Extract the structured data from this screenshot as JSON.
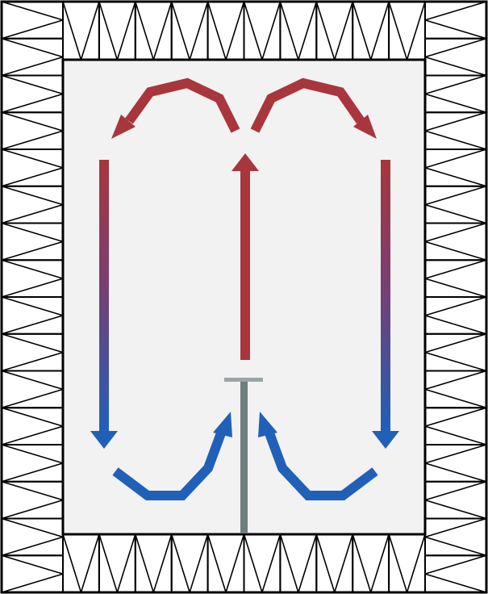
{
  "diagram": {
    "colors": {
      "hot": "#a8363c",
      "cold": "#2060b8",
      "line": "#000000",
      "interior": "#f2f2f2",
      "background": "#ffffff",
      "post": "#6e7d7d",
      "post_cap": "#9aa6a6"
    },
    "elements": [
      {
        "id": "insulation-top",
        "kind": "zigzag-insulation"
      },
      {
        "id": "insulation-bottom",
        "kind": "zigzag-insulation"
      },
      {
        "id": "insulation-left",
        "kind": "zigzag-insulation"
      },
      {
        "id": "insulation-right",
        "kind": "zigzag-insulation"
      },
      {
        "id": "heater-post",
        "kind": "vertical-rod"
      },
      {
        "id": "arrow-up-center",
        "kind": "hot-straight-arrow"
      },
      {
        "id": "arrow-top-left-curve",
        "kind": "hot-curved-arrow"
      },
      {
        "id": "arrow-top-right-curve",
        "kind": "hot-curved-arrow"
      },
      {
        "id": "arrow-down-left",
        "kind": "hot-to-cold-straight-arrow"
      },
      {
        "id": "arrow-down-right",
        "kind": "hot-to-cold-straight-arrow"
      },
      {
        "id": "arrow-bottom-left-curve",
        "kind": "cold-curved-arrow"
      },
      {
        "id": "arrow-bottom-right-curve",
        "kind": "cold-curved-arrow"
      }
    ]
  }
}
